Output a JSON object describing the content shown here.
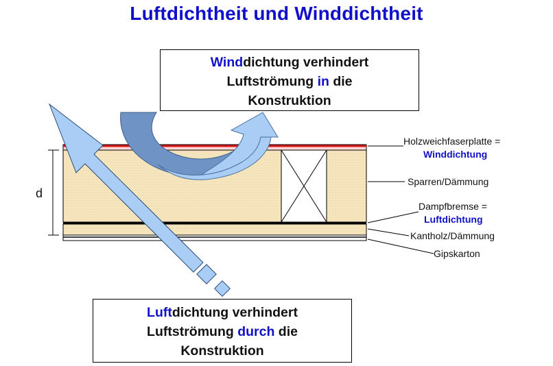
{
  "title": "Luftdichtheit und Winddichtheit",
  "top_box": {
    "line1_highlight": "Wind",
    "line1_rest": "dichtung verhindert",
    "line2_pre": "Luftströmung ",
    "line2_highlight": "in",
    "line2_post": " die",
    "line3": "Konstruktion"
  },
  "bottom_box": {
    "line1_highlight": "Luft",
    "line1_rest": "dichtung verhindert",
    "line2_pre": "Luftströmung ",
    "line2_highlight": "durch",
    "line2_post": " die",
    "line3": "Konstruktion"
  },
  "labels": {
    "holzweichfaser": "Holzweichfaserplatte =",
    "winddichtung": "Winddichtung",
    "sparren": "Sparren/Dämmung",
    "dampfbremse": "Dampfbremse =",
    "luftdichtung": "Luftdichtung",
    "kantholz": "Kantholz/Dämmung",
    "gipskarton": "Gipskarton",
    "dimension": "d"
  },
  "colors": {
    "title": "#1010c8",
    "highlight": "#1010c8",
    "insulation": "#f7e7c0",
    "wind_layer": "#d81818",
    "arrow_light": "#a9cdf4",
    "arrow_dark": "#6f93c4"
  }
}
